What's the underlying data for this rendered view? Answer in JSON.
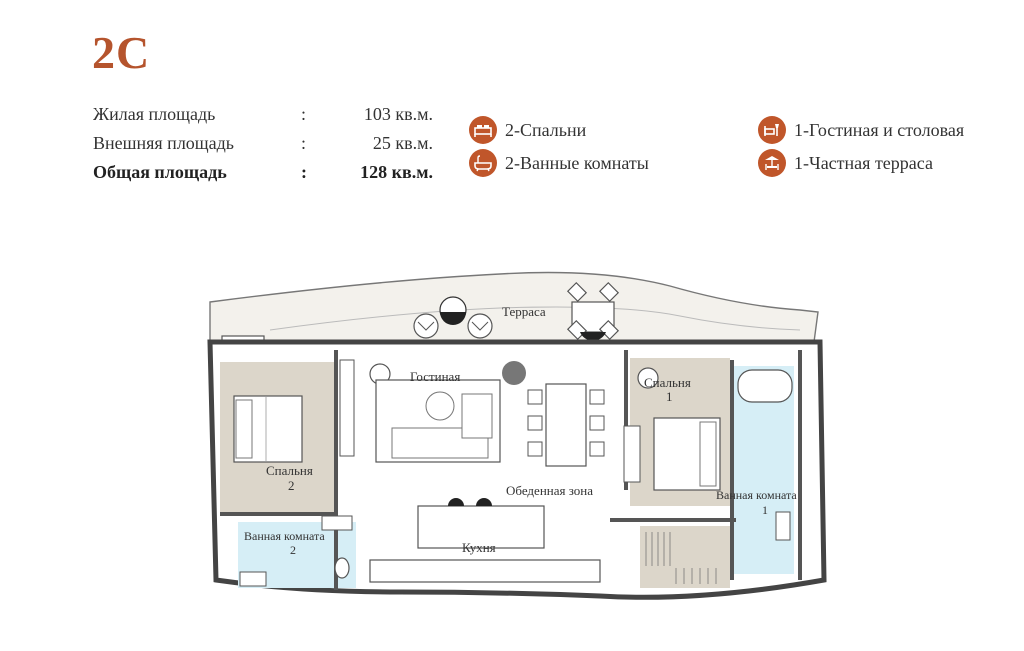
{
  "unit": {
    "title": "2C"
  },
  "areas": [
    {
      "label": "Жилая площадь",
      "colon": ":",
      "value": "103 кв.м.",
      "total": false
    },
    {
      "label": "Внешняя площадь",
      "colon": ":",
      "value": "25 кв.м.",
      "total": false
    },
    {
      "label": "Общая площадь",
      "colon": ":",
      "value": "128 кв.м.",
      "total": true
    }
  ],
  "features": [
    {
      "label": "2-Спальни",
      "icon": "bed-icon"
    },
    {
      "label": "2-Ванные комнаты",
      "icon": "bathtub-icon"
    },
    {
      "label": "1-Гостиная и столовая",
      "icon": "living-dining-icon"
    },
    {
      "label": "1-Частная терраса",
      "icon": "terrace-icon"
    }
  ],
  "colors": {
    "accent": "#c0562a",
    "title": "#b5542d",
    "bedroom_floor": "#d9d3c7",
    "bath_floor": "#d6eef6",
    "wall": "#555555"
  },
  "plan": {
    "rooms": {
      "terrace": "Терраса",
      "living": "Гостиная",
      "bedroom1_name": "Спальня",
      "bedroom1_num": "1",
      "bedroom2_name": "Спальня",
      "bedroom2_num": "2",
      "dining": "Обеденная зона",
      "kitchen": "Кухня",
      "bath1_name": "Ванная комната",
      "bath1_num": "1",
      "bath2_name": "Ванная комната",
      "bath2_num": "2"
    }
  }
}
